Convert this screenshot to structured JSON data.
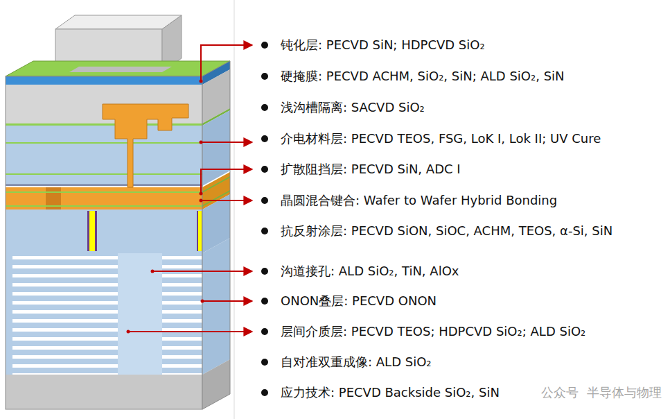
{
  "diagram": {
    "labels": [
      "钝化层: PECVD SiN; HDPCVD SiO₂",
      "硬掩膜: PECVD ACHM, SiO₂, SiN; ALD SiO₂, SiN",
      "浅沟槽隔离: SACVD SiO₂",
      "介电材料层: PECVD TEOS, FSG, LoK I, Lok II; UV Cure",
      "扩散阻挡层: PECVD SiN, ADC I",
      "晶圆混合键合: Wafer to Wafer Hybrid Bonding",
      "抗反射涂层: PECVD SiON, SiOC, ACHM, TEOS, α-Si, SiN",
      "沟道接孔: ALD SiO₂, TiN, AlOx",
      "ONON叠层: PECVD  ONON",
      "层间介质层: PECVD TEOS; HDPCVD SiO₂; ALD SiO₂",
      "自对准双重成像: ALD SiO₂",
      "应力技术: PECVD Backside SiO₂, SiN",
      "公众号",
      "半导体与物理"
    ]
  }
}
